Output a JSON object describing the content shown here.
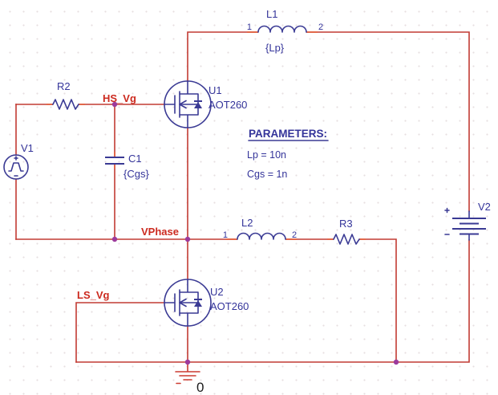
{
  "colors": {
    "wire": "#c23b33",
    "pin_stub": "#e2684a",
    "symbol": "#3a3a94",
    "symbol_text": "#34349a",
    "net_label": "#cc2a1f",
    "junction": "#9c3a9c",
    "ground": "#cc3b30",
    "ground_label": "#1c1c1c"
  },
  "components": {
    "l1": {
      "ref": "L1",
      "value": "{Lp}",
      "pin1": "1",
      "pin2": "2"
    },
    "r2": {
      "ref": "R2"
    },
    "u1": {
      "ref": "U1",
      "part": "AOT260"
    },
    "v1": {
      "ref": "V1"
    },
    "c1": {
      "ref": "C1",
      "value": "{Cgs}"
    },
    "l2": {
      "ref": "L2",
      "pin1": "1",
      "pin2": "2"
    },
    "r3": {
      "ref": "R3"
    },
    "u2": {
      "ref": "U2",
      "part": "AOT260"
    },
    "v2": {
      "ref": "V2"
    },
    "ground": {
      "label": "0"
    }
  },
  "net_labels": {
    "hs_vg": "HS_Vg",
    "vphase": "VPhase",
    "ls_vg": "LS_Vg"
  },
  "parameters": {
    "heading": "PARAMETERS:",
    "line1": "Lp = 10n",
    "line2": "Cgs = 1n"
  }
}
